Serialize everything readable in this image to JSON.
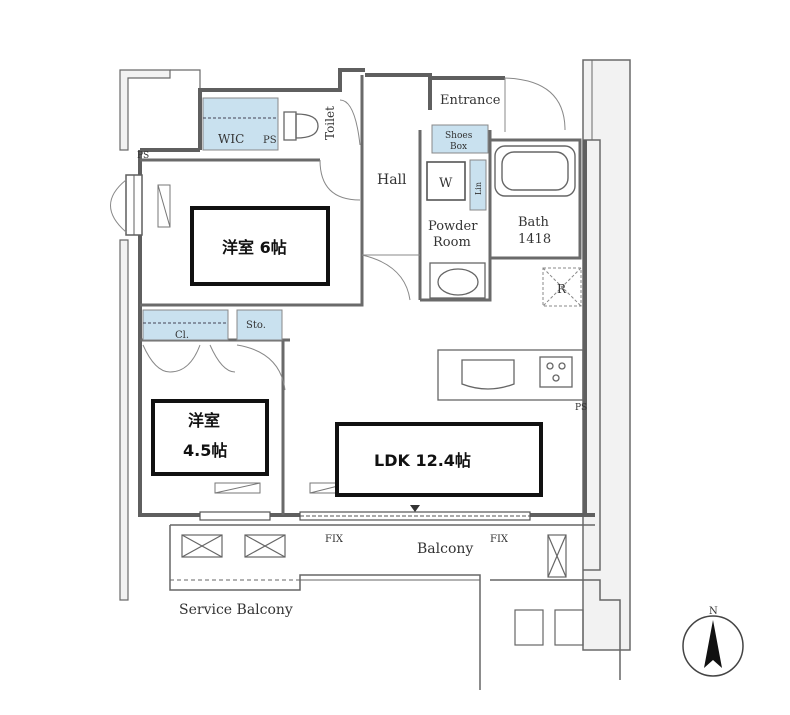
{
  "colors": {
    "wall": "#5f5f5f",
    "wall_fill": "#f2f2f2",
    "storage": "#c9e1ef",
    "line": "#777777",
    "label_box": "#111111"
  },
  "rooms": {
    "western_6": "洋室 6帖",
    "western_45_line1": "洋室",
    "western_45_line2": "4.5帖",
    "ldk": "LDK 12.4帖"
  },
  "labels": {
    "entrance": "Entrance",
    "toilet": "Toilet",
    "wic": "WIC",
    "ps_top": "PS",
    "ps_right": "PS",
    "ps_left": "PS",
    "hall": "Hall",
    "washer": "W",
    "shoes_box_line1": "Shoes",
    "shoes_box_line2": "Box",
    "lin": "Lin",
    "bath_line1": "Bath",
    "bath_line2": "1418",
    "powder_room_line1": "Powder",
    "powder_room_line2": "Room",
    "refrigerator": "R",
    "closet": "Cl.",
    "storage": "Sto.",
    "fix_left": "FIX",
    "fix_right": "FIX",
    "balcony": "Balcony",
    "service_balcony": "Service Balcony",
    "compass_north": "N"
  }
}
